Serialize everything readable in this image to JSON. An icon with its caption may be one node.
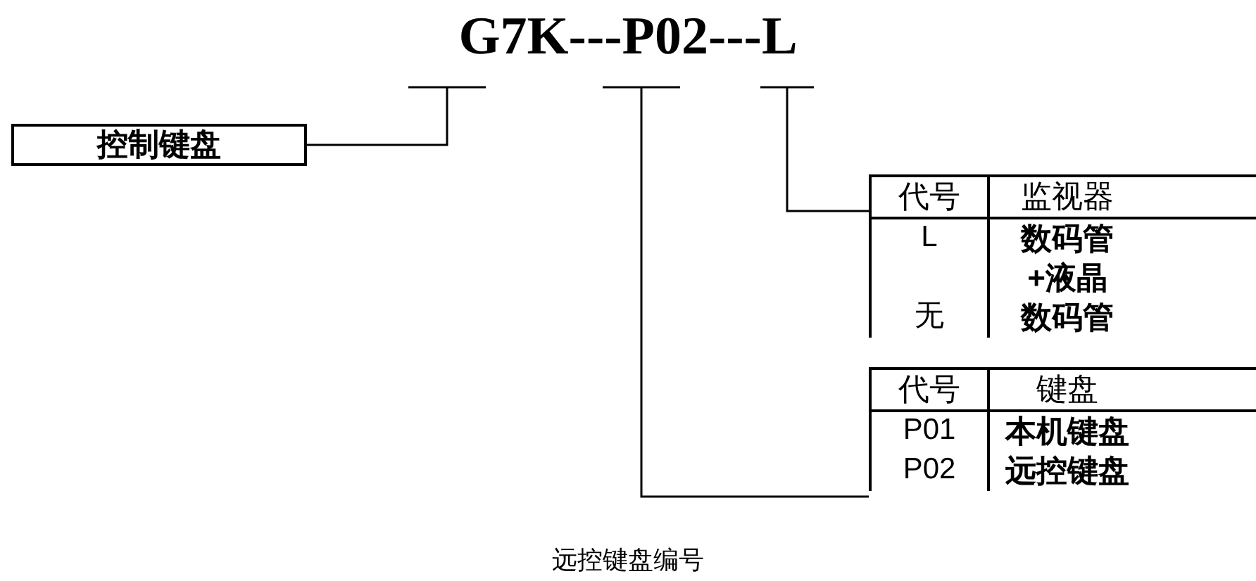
{
  "diagram": {
    "title": "G7K---P02---L",
    "caption": "远控键盘编号",
    "nodes": [
      {
        "text": [
          "控制键盘"
        ]
      },
      {
        "text": [
          "代号",
          "监视器",
          "L",
          "数码管+液晶",
          "无",
          "数码管"
        ]
      },
      {
        "text": [
          "代号",
          "键盘",
          "P01",
          "本机键盘",
          "P02",
          "远控键盘"
        ]
      }
    ],
    "edges": [
      {
        "from": 0,
        "to": null,
        "arrow": "none"
      },
      {
        "from": 2,
        "to": null,
        "arrow": "none"
      },
      {
        "from": 1,
        "to": null,
        "arrow": "none"
      }
    ]
  }
}
